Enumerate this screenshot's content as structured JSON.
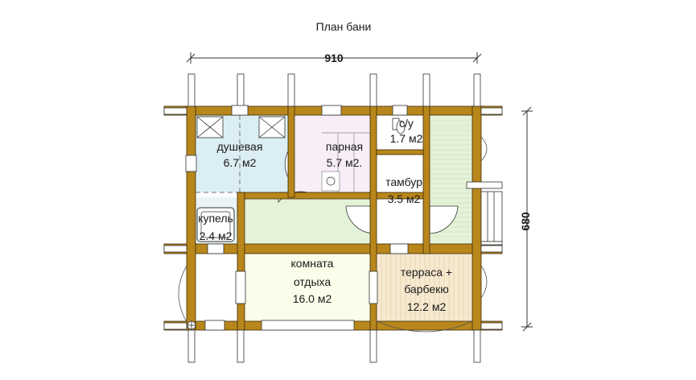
{
  "title": "План бани",
  "dimensions": {
    "width": "910",
    "height": "680"
  },
  "rooms": [
    {
      "id": "shower",
      "name": "душевая",
      "area": "6.7 м2"
    },
    {
      "id": "steam",
      "name": "парная",
      "area": "5.7 м2."
    },
    {
      "id": "wc",
      "name": "с/у",
      "area": "1.7 м2"
    },
    {
      "id": "vestibule",
      "name": "тамбур",
      "area": "3.5 м2"
    },
    {
      "id": "plunge",
      "name": "купель",
      "area": "2.4 м2"
    },
    {
      "id": "rest",
      "name_line1": "комната",
      "name_line2": "отдыха",
      "area": "16.0 м2"
    },
    {
      "id": "terrace",
      "name_line1": "терраса +",
      "name_line2": "барбекю",
      "area": "12.2 м2"
    }
  ],
  "colors": {
    "log": "#b8861b",
    "shower_floor": "#dbeef3",
    "steam_floor": "#f7eef7",
    "rest_floor": "#fbfce9",
    "terrace_floor": "#f6e9cf",
    "corridor_deck": "#e4f2d8"
  }
}
